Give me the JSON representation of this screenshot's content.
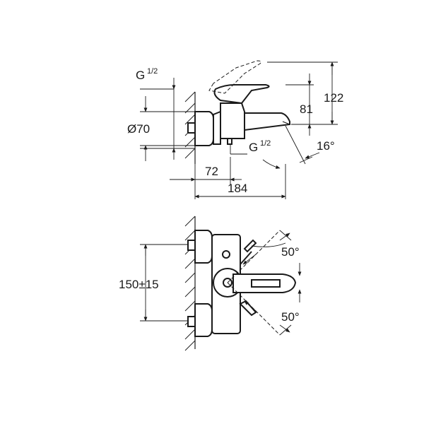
{
  "top_view": {
    "inlet_thread": "G",
    "inlet_thread_frac": "1/2",
    "diameter_label": "Ø70",
    "outlet_thread": "G",
    "outlet_thread_frac": "1/2",
    "height_total": "122",
    "height_spout": "81",
    "angle_spout": "16°",
    "depth_outlet": "72",
    "depth_total": "184"
  },
  "front_view": {
    "center_distance": "150±15",
    "angle_upper": "50°",
    "angle_lower": "50°"
  }
}
